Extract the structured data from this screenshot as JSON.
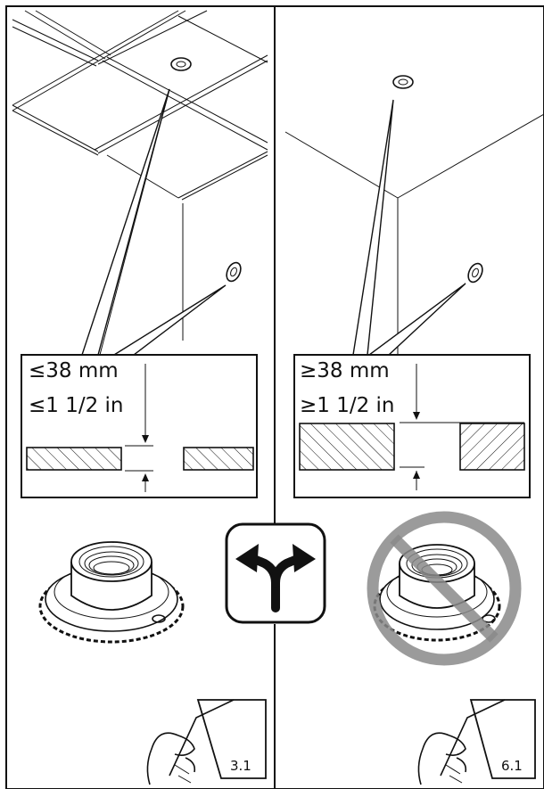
{
  "left_panel": {
    "thickness_max_mm": "≤38 mm",
    "thickness_max_in": "≤1 1/2 in",
    "page_ref": "3.1"
  },
  "right_panel": {
    "thickness_min_mm": "≥38 mm",
    "thickness_min_in": "≥1 1/2 in",
    "page_ref": "6.1"
  },
  "decision_icon": "split-arrows-icon",
  "prohibited_icon": "no-entry-circle-icon",
  "colors": {
    "line": "#111111",
    "prohibited": "#8a8a8a"
  }
}
